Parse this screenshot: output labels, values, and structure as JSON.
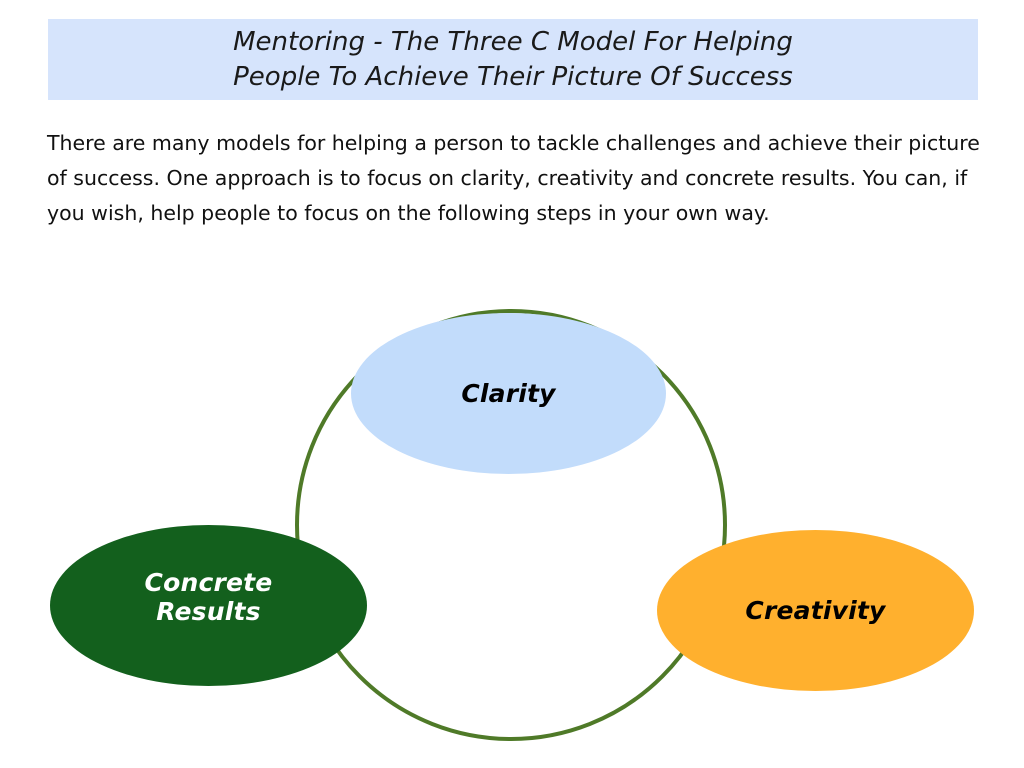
{
  "slide": {
    "title": "Mentoring - The Three C Model For Helping\nPeople To Achieve Their Picture Of Success",
    "body": "There are many models for helping a person to tackle challenges and achieve their picture of success. One approach is to focus on clarity, creativity and concrete results. You can, if you wish, help people to focus on the following steps in your own way."
  },
  "colors": {
    "banner_background": "#d6e4fc",
    "clarity_fill": "#c2dcfb",
    "concrete_results_fill": "#13601d",
    "creativity_fill": "#ffb02e",
    "cycle_stroke": "#4f7a28",
    "title_text": "#1a1a1a",
    "body_text": "#111111"
  },
  "diagram": {
    "type": "cycle",
    "nodes": [
      {
        "id": "clarity",
        "label": "Clarity",
        "position": "top",
        "fill": "#c2dcfb",
        "text_color": "#000000"
      },
      {
        "id": "creativity",
        "label": "Creativity",
        "position": "bottom-right",
        "fill": "#ffb02e",
        "text_color": "#000000"
      },
      {
        "id": "concrete-results",
        "label": "Concrete\nResults",
        "position": "bottom-left",
        "fill": "#13601d",
        "text_color": "#ffffff"
      }
    ]
  }
}
